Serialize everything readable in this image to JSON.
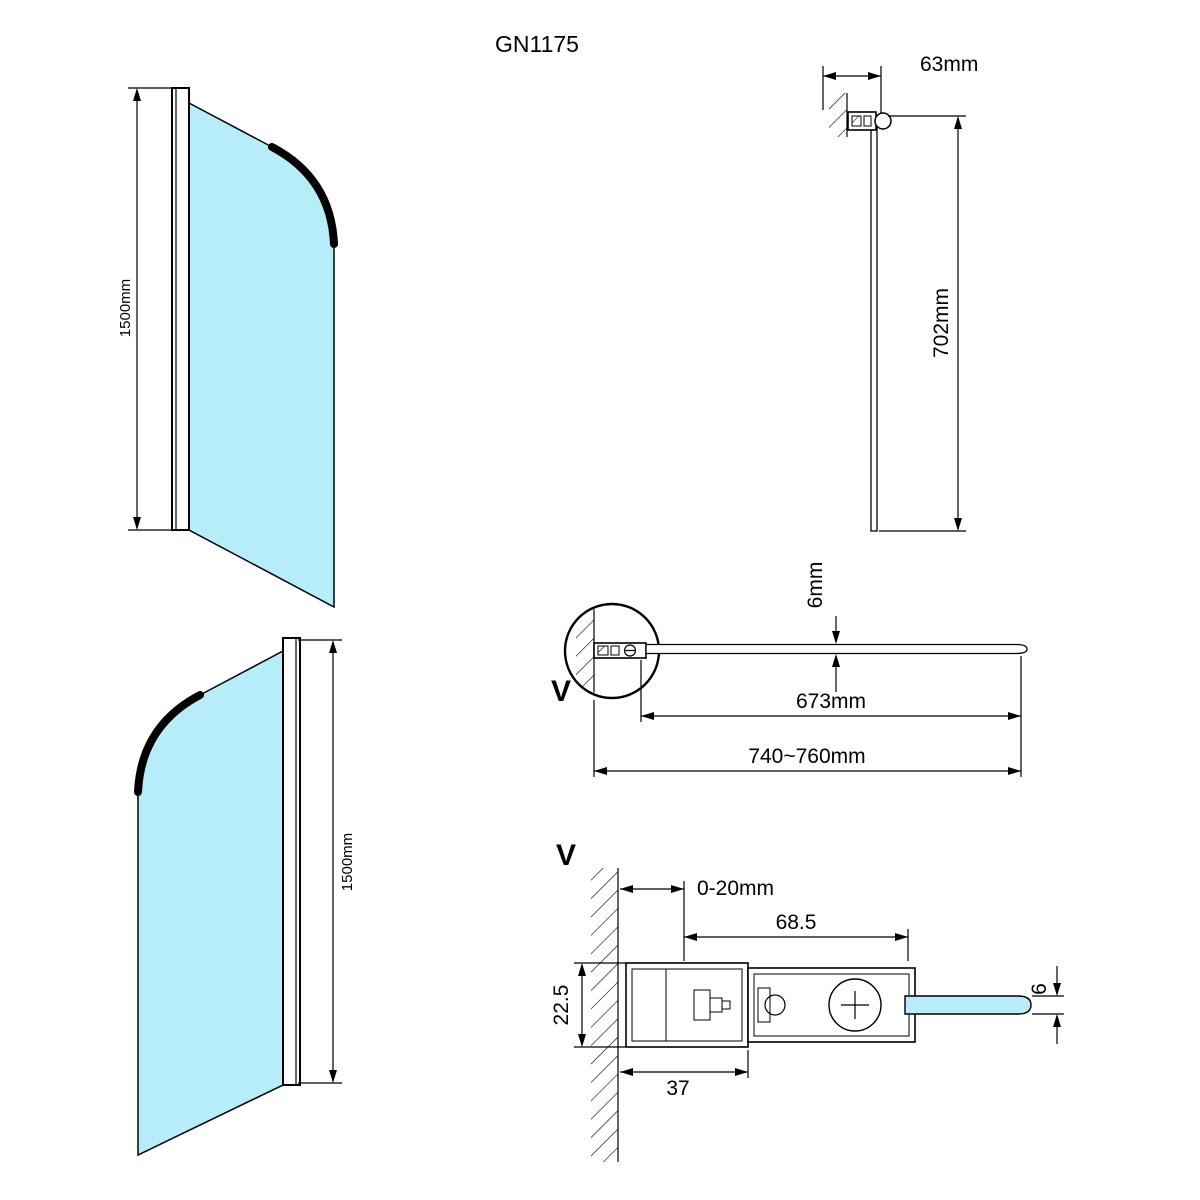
{
  "title": "GN1175",
  "colors": {
    "glass": "#b6edf8",
    "line": "#000000",
    "background": "#ffffff"
  },
  "views": {
    "front_top": {
      "height": "1500mm"
    },
    "front_bottom": {
      "height": "1500mm"
    },
    "side": {
      "depth": "63mm",
      "height": "702mm"
    },
    "plan": {
      "detail_marker": "V",
      "glass_thickness": "6mm",
      "glass_width": "673mm",
      "overall_width": "740~760mm"
    },
    "detail": {
      "marker": "V",
      "wall_gap": "0-20mm",
      "profile_span": "68.5",
      "profile_depth": "22.5",
      "wall_profile_width": "37",
      "glass_thickness": "6"
    }
  }
}
